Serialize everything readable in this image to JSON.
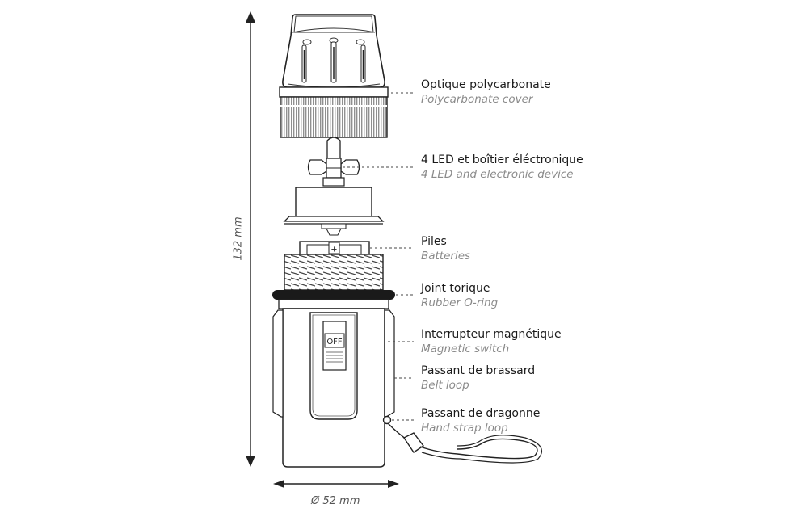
{
  "labels": [
    {
      "fr": "Optique polycarbonate",
      "en": "Polycarbonate cover"
    },
    {
      "fr": "4 LED et boîtier éléctronique",
      "en": "4 LED and electronic device"
    },
    {
      "fr": "Piles",
      "en": "Batteries"
    },
    {
      "fr": "Joint torique",
      "en": "Rubber O-ring"
    },
    {
      "fr": "Interrupteur magnétique",
      "en": "Magnetic switch"
    },
    {
      "fr": "Passant de brassard",
      "en": "Belt loop"
    },
    {
      "fr": "Passant de dragonne",
      "en": "Hand strap loop"
    }
  ],
  "dimensions": {
    "height": "132 mm",
    "diameter": "Ø 52 mm"
  },
  "switch_text": "OFF",
  "battery_sign": "+"
}
